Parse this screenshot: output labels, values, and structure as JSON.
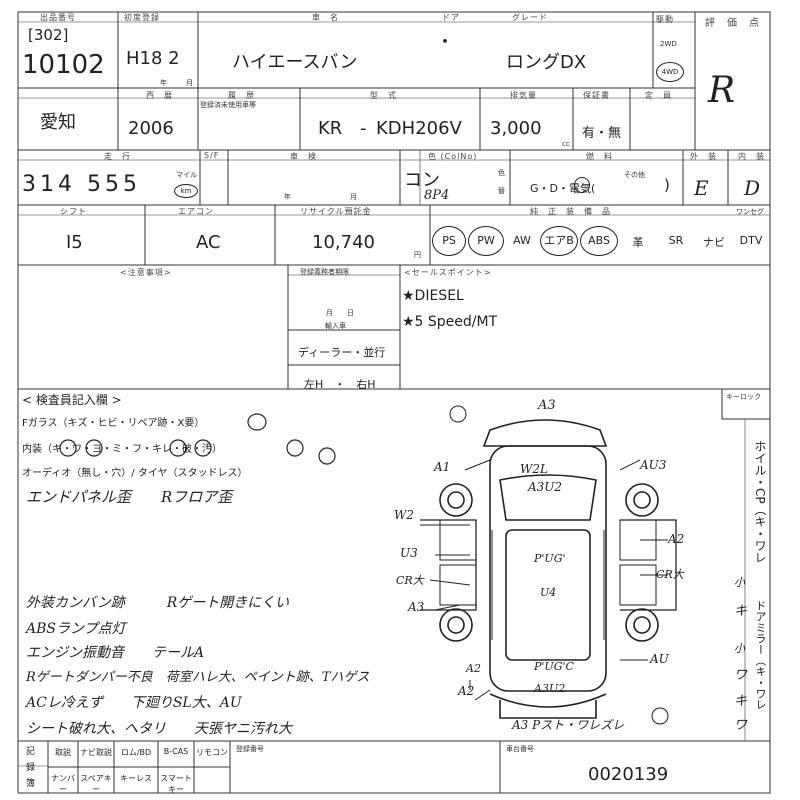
{
  "header": {
    "lot_label": "出品番号",
    "lot_prefix": "[302]",
    "lot_number": "10102",
    "reg_label": "初度登録",
    "reg_value": "H18 2",
    "reg_sub_year": "年",
    "reg_sub_month": "月",
    "name_label": "車　名",
    "door_label": "ドア",
    "grade_label": "グレード",
    "car_name": "ハイエースバン",
    "door_dot": "・",
    "grade": "ロングDX",
    "drive_label": "駆動",
    "drive_2wd": "2WD",
    "drive_4wd": "4WD",
    "eval_label": "評　価　点",
    "eval_value": "R"
  },
  "row2": {
    "region": "愛知",
    "year_label": "西　暦",
    "year": "2006",
    "history_label": "履　歴",
    "history_sub": "登録済未使用車等",
    "model_label": "型　式",
    "model_prefix": "KR",
    "model_dash": "-",
    "model_code": "KDH206V",
    "disp_label": "排気量",
    "displacement": "3,000",
    "disp_unit": "cc",
    "inspect_label": "保証書",
    "inspect_value": "有・無",
    "cap_label": "定　員"
  },
  "row3": {
    "mileage_label": "走　行",
    "mileage": "314 555",
    "mileage_unit": "マイル",
    "mileage_badge": "km",
    "reset_label": "S/F",
    "inspect2_label": "車　検",
    "year_unit": "年",
    "month_unit": "月",
    "color_label": "色 (ColNo)",
    "color": "コン",
    "color_sub": "8P4",
    "color_change_a": "色",
    "color_change_b": "替",
    "fuel_label": "燃　料",
    "fuel_options": "G・D・電気(",
    "fuel_other_label": "その他",
    "fuel_close": ")",
    "ext_label": "外　装",
    "ext_value": "E",
    "int_label": "内　装",
    "int_value": "D"
  },
  "row4": {
    "shift_label": "シフト",
    "shift": "I5",
    "ac_label": "エアコン",
    "ac": "AC",
    "recycle_label": "リサイクル預託金",
    "recycle": "10,740",
    "recycle_unit": "円",
    "equip_label": "純　正　装　備　品",
    "equipment": [
      "PS",
      "PW",
      "AW",
      "エアB",
      "ABS",
      "革",
      "SR",
      "ナビ",
      "DTV"
    ],
    "equip_circled": [
      true,
      true,
      false,
      true,
      true,
      false,
      false,
      false,
      false
    ],
    "equip_extra_label": "ワンセグ"
  },
  "row5": {
    "notes_label": "<注意事項>",
    "owner_label": "登録義務者期限",
    "month_day": "月　　日",
    "import_label": "輸入車",
    "import_options": "ディーラー・並行",
    "steering_options": "左H　・　右H",
    "sales_label": "<セールスポイント>",
    "sales_points": [
      "★DIESEL",
      "★5 Speed/MT"
    ]
  },
  "inspector": {
    "title": "< 検査員記入欄 >",
    "glass_line": "Fガラス（キズ・ヒビ・リペア跡・X要）",
    "interior_line": "内装（キ・ワ・ヨ・ミ・フ・キレ・破・汚）",
    "audio_line": "オーディオ（無し・穴）/ タイヤ（スタッドレス）",
    "key_label": "キーロック",
    "notes": [
      "エンドパネル歪　　Rフロア歪",
      "外装カンバン跡　　　Rゲート開きにくい",
      "ABSランプ点灯",
      "エンジン振動音　　テールA",
      "Rゲートダンパー不良　荷室ハレ大、ペイント跡、Tハゲス",
      "ACレ冷えず　　下廻りSL大、AU",
      "シート破れ大、ヘタリ　　天張ヤニ汚れ大"
    ]
  },
  "diagram_marks": [
    "A3",
    "W2L",
    "A3U2",
    "A1",
    "AU3",
    "W2",
    "U3",
    "CR大",
    "A3",
    "A2",
    "CR大",
    "A2",
    "AU",
    "A2",
    "P'UG'",
    "U4",
    "P'UG'C",
    "A3U2",
    "A3 Pスト・ワレズレ"
  ],
  "right_strip": {
    "top": "ホイル・CP（キ・ワレ",
    "bottom": "ドアミラー（キ・ワレ",
    "marks": [
      "小",
      "キ",
      "小",
      "ワ",
      "キ",
      "ワ"
    ]
  },
  "footer": {
    "label_a": "記",
    "label_b": "録",
    "label_c": "簿",
    "items_top": [
      "取説",
      "ナビ取説",
      "ロム/BD",
      "B-CAS",
      "リモコン"
    ],
    "items_bottom": [
      "ナンバー",
      "スペアキー",
      "キーレス",
      "スマートキー"
    ],
    "serial_label": "登録番号",
    "ledger_label": "車台番号",
    "ledger": "0020139"
  }
}
